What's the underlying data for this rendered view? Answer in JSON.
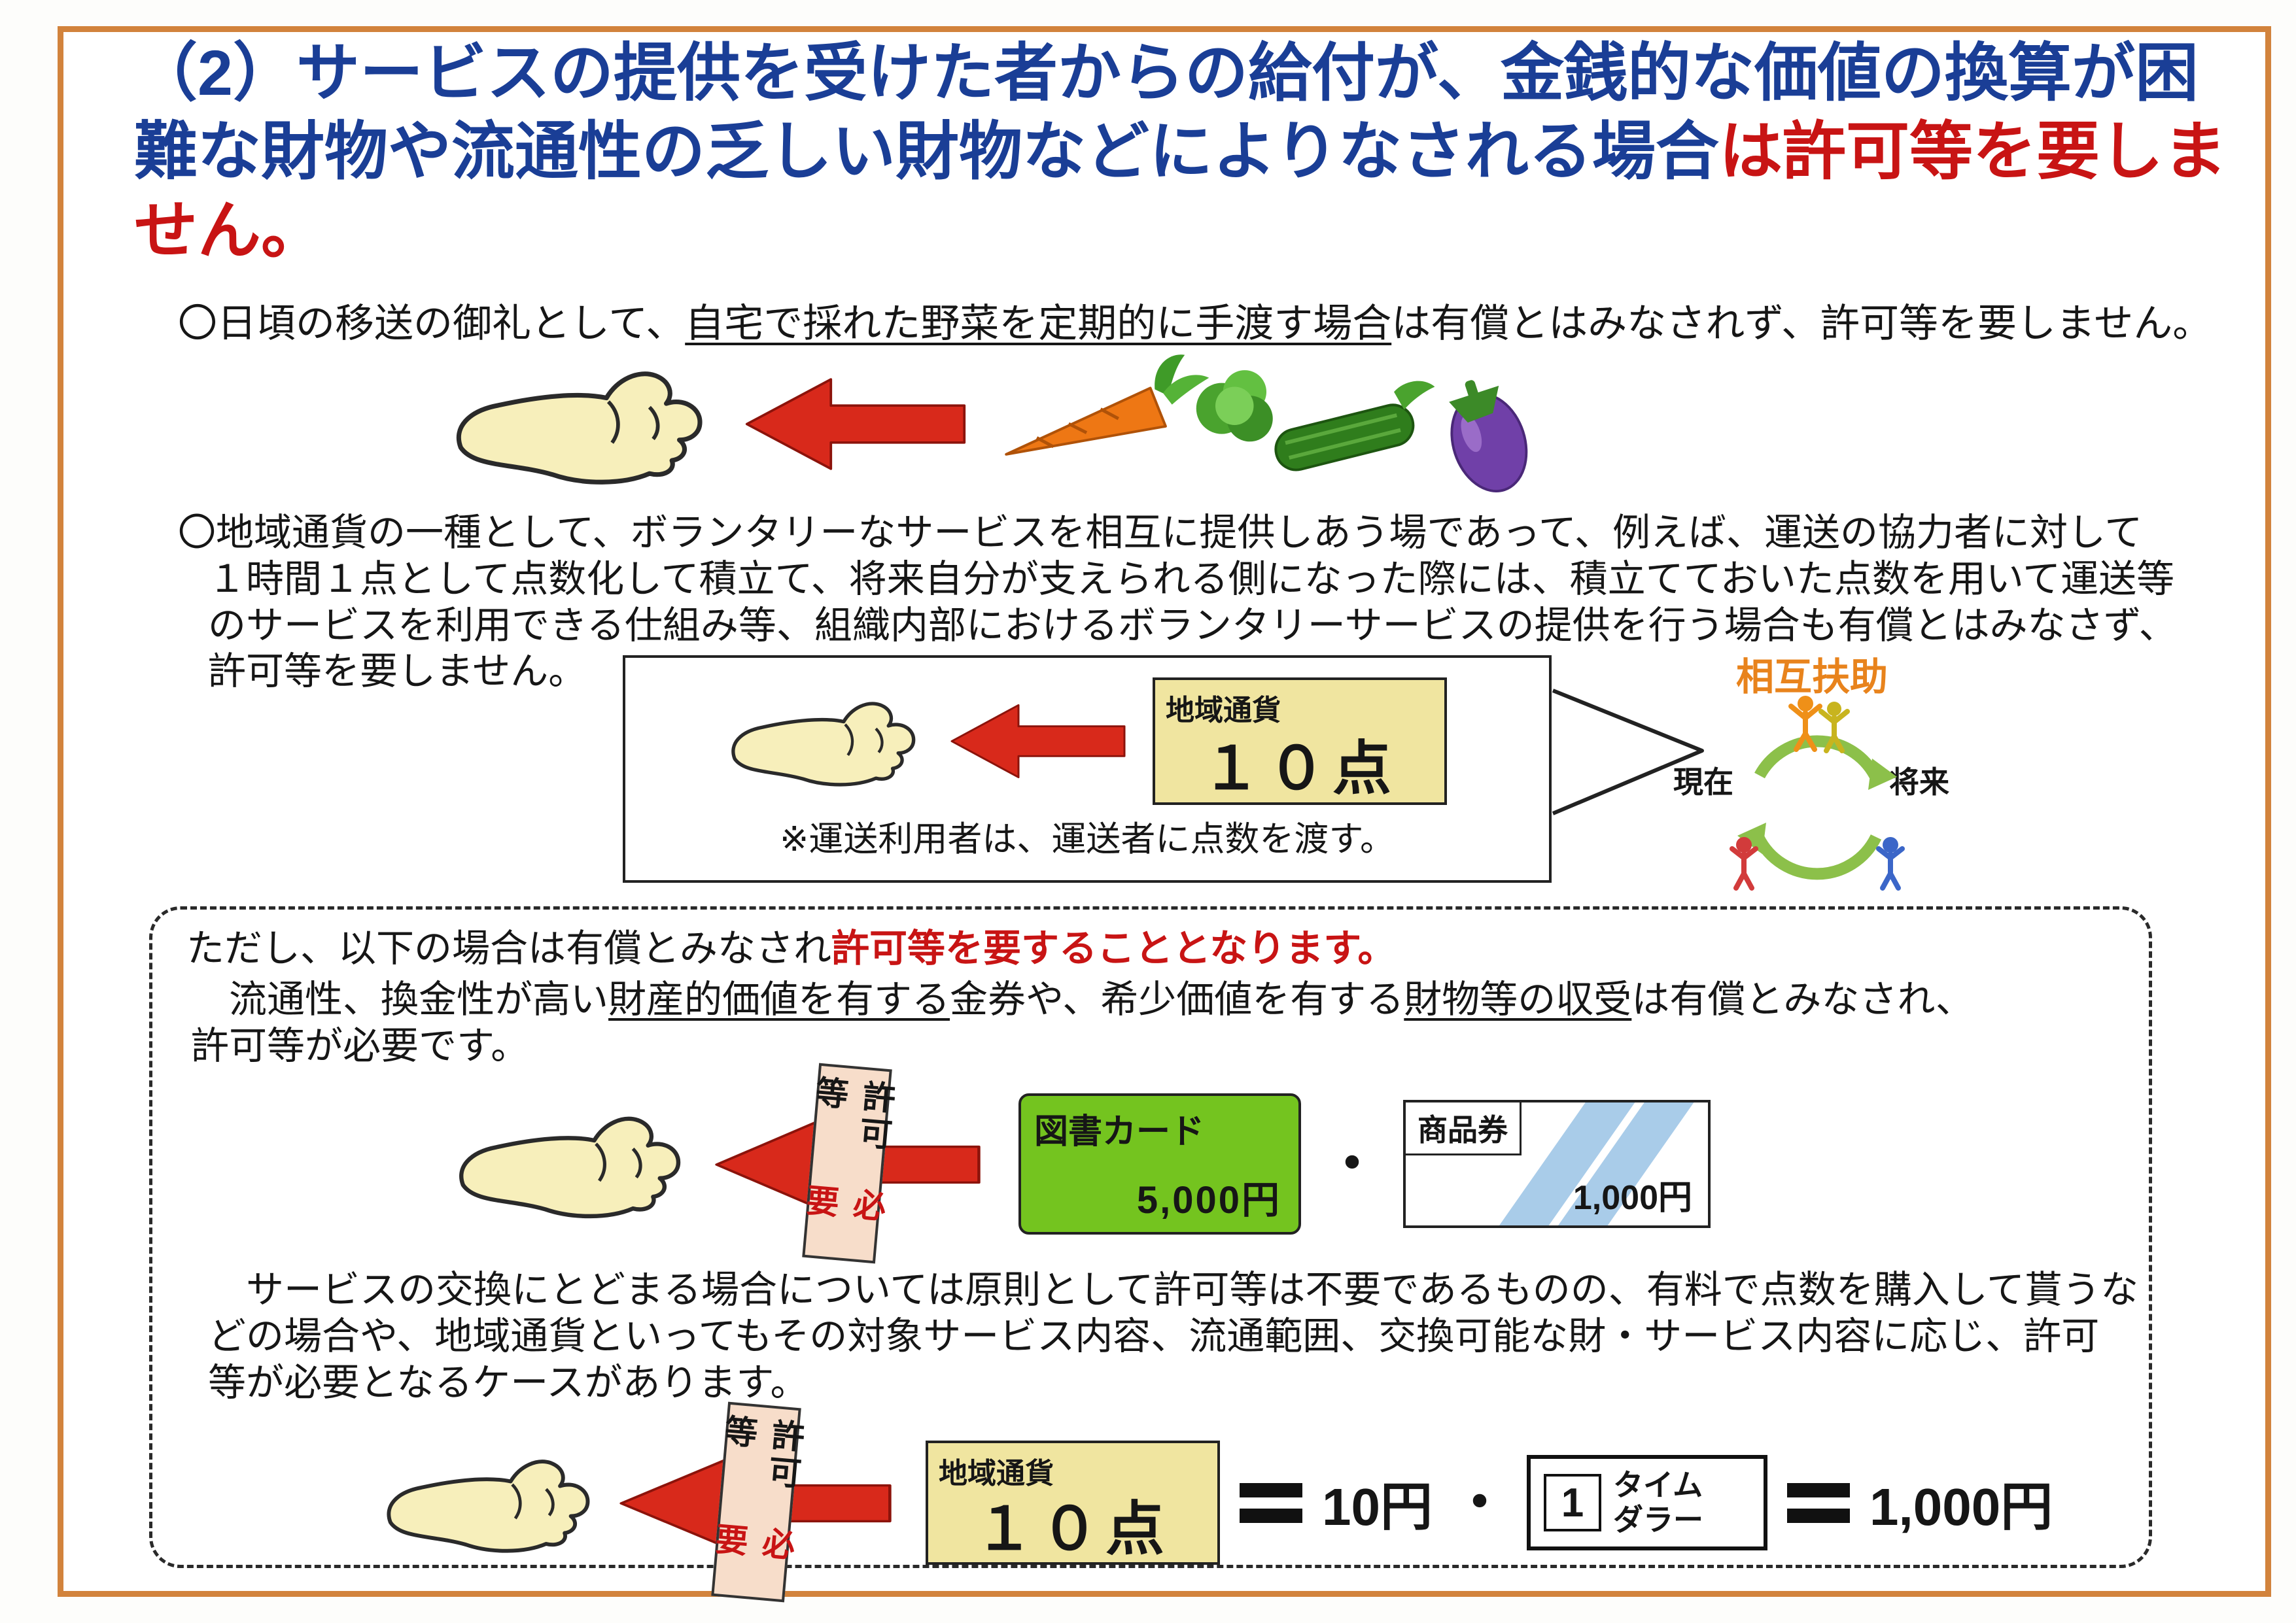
{
  "colors": {
    "frame_orange": "#d2833c",
    "title_blue": "#1a3e96",
    "highlight_red": "#c81414",
    "arrow_red": "#d8291b",
    "card_cream": "#f0e5a0",
    "book_card_green": "#74c41f",
    "mutual_orange": "#e8831c",
    "cycle_green": "#8cc04a"
  },
  "title": {
    "l1": "（2）サービスの提供を受けた者からの給付が、金銭的な価値の換算が困",
    "l2_blue": "難な財物や流通性の乏しい財物などによりなされる場合",
    "l2_red": "は許可等を要しま",
    "l3": "せん。"
  },
  "bullet1": {
    "pre": "〇日頃の移送の御礼として、",
    "underline": "自宅で採れた野菜を定期的に手渡す場合",
    "post": "は有償とはみなされず、許可等を要しません。"
  },
  "bullet2": {
    "lines": [
      "〇地域通貨の一種として、ボランタリーなサービスを相互に提供しあう場であって、例えば、運送の協力者に対して",
      "１時間１点として点数化して積立て、将来自分が支えられる側になった際には、積立てておいた点数を用いて運送等",
      "のサービスを利用できる仕組み等、組織内部におけるボランタリーサービスの提供を行う場合も有償とはみなさず、",
      "許可等を要しません。"
    ]
  },
  "point_card": {
    "label": "地域通貨",
    "value": "１０点"
  },
  "transfer_note": "※運送利用者は、運送者に点数を渡す。",
  "mutual_aid": {
    "title": "相互扶助",
    "now": "現在",
    "future": "将来"
  },
  "caution": {
    "intro_black": "ただし、以下の場合は有償とみなされ",
    "intro_red": "許可等を要することとなります。",
    "para1": {
      "p1": "　流通性、換金性が高い",
      "u1": "財産的価値を有する",
      "p2": "金券や、希少価値を有する",
      "u2": "財物等の収受",
      "p3": "は有償とみなされ、",
      "l2": "許可等が必要です。"
    },
    "scroll_black": "許可等",
    "scroll_red": "必要",
    "book_card": {
      "label": "図書カード",
      "value": "5,000円"
    },
    "gift_card": {
      "label": "商品券",
      "value": "1,000円"
    },
    "separator": "・",
    "para2": {
      "l1": "　サービスの交換にとどまる場合については原則として許可等は不要であるものの、有料で点数を購入して貰うな",
      "l2": "どの場合や、地域通貨といってもその対象サービス内容、流通範囲、交換可能な財・サービス内容に応じ、許可",
      "l3": "等が必要となるケースがあります。"
    },
    "equation": {
      "eq1_value": "10円",
      "dollar_num": "1",
      "dollar_l1": "タイム",
      "dollar_l2": "ダラー",
      "eq2_value": "1,000円"
    }
  }
}
